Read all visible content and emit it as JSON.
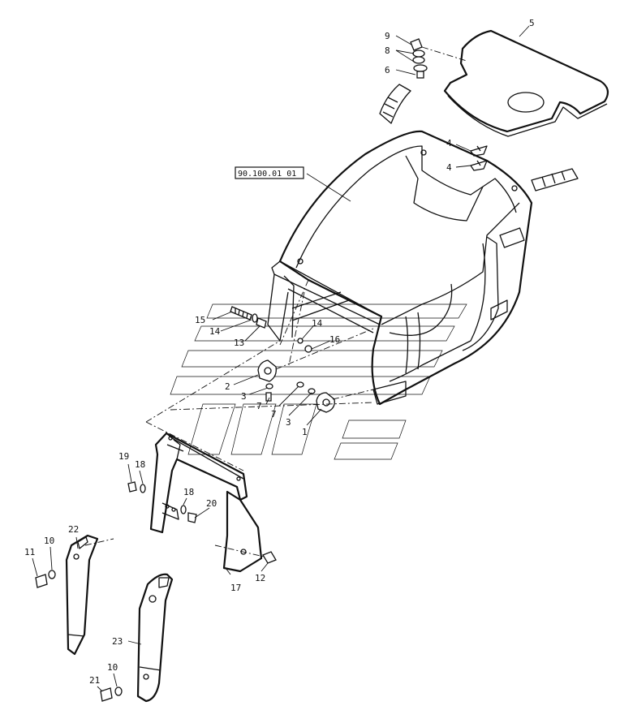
{
  "diagram": {
    "reference_label": "90.100.01 01",
    "callouts": [
      {
        "id": "c5",
        "text": "5"
      },
      {
        "id": "c9",
        "text": "9"
      },
      {
        "id": "c8",
        "text": "8"
      },
      {
        "id": "c6",
        "text": "6"
      },
      {
        "id": "c4a",
        "text": "4"
      },
      {
        "id": "c4b",
        "text": "4"
      },
      {
        "id": "c15",
        "text": "15"
      },
      {
        "id": "c14a",
        "text": "14"
      },
      {
        "id": "c13",
        "text": "13"
      },
      {
        "id": "c14b",
        "text": "14"
      },
      {
        "id": "c16",
        "text": "16"
      },
      {
        "id": "c2",
        "text": "2"
      },
      {
        "id": "c3a",
        "text": "3"
      },
      {
        "id": "c7a",
        "text": "7"
      },
      {
        "id": "c7b",
        "text": "7"
      },
      {
        "id": "c3b",
        "text": "3"
      },
      {
        "id": "c1",
        "text": "1"
      },
      {
        "id": "c19",
        "text": "19"
      },
      {
        "id": "c18a",
        "text": "18"
      },
      {
        "id": "c18b",
        "text": "18"
      },
      {
        "id": "c20",
        "text": "20"
      },
      {
        "id": "c22",
        "text": "22"
      },
      {
        "id": "c11",
        "text": "11"
      },
      {
        "id": "c10a",
        "text": "10"
      },
      {
        "id": "c12",
        "text": "12"
      },
      {
        "id": "c17",
        "text": "17"
      },
      {
        "id": "c23",
        "text": "23"
      },
      {
        "id": "c21",
        "text": "21"
      },
      {
        "id": "c10b",
        "text": "10"
      }
    ]
  }
}
